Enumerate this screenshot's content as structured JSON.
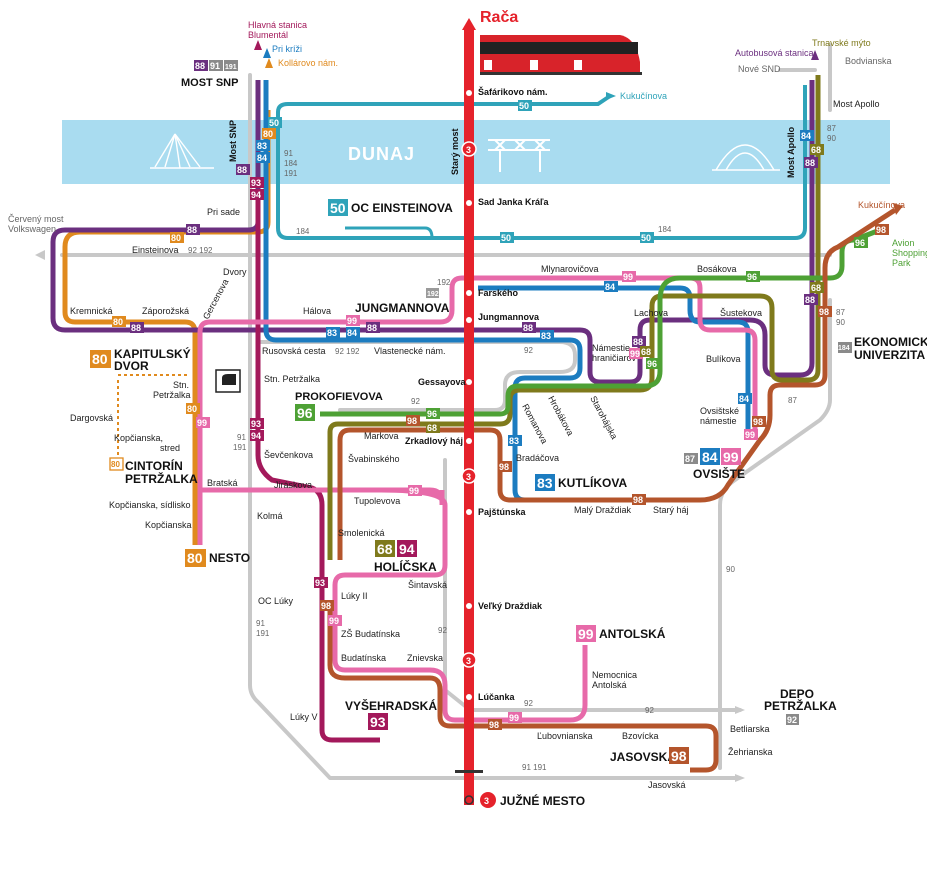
{
  "title": "Rača",
  "river": "DUNAJ",
  "bridges": [
    "Most SNP",
    "Starý most",
    "Most Apollo"
  ],
  "line3_stops": [
    "Šafárikovo nám.",
    "Sad Janka Kráľa",
    "Farského",
    "Jungmannova",
    "Gessayova",
    "Zrkadlový háj",
    "Pajštúnska",
    "Veľký Draždiak",
    "Lúčanka"
  ],
  "line3_end": "JUŽNÉ MESTO",
  "terminals": {
    "most_snp": "MOST SNP",
    "oc_einsteinova": "OC EINSTEINOVA",
    "jungmannova": "JUNGMANNOVA",
    "kapitulsky1": "KAPITULSKÝ",
    "kapitulsky2": "DVOR",
    "prokofievova": "PROKOFIEVOVA",
    "cintorin1": "CINTORÍN",
    "cintorin2": "PETRŽALKA",
    "nesto": "NESTO",
    "holicska": "HOLÍČSKA",
    "kutlikova": "KUTLÍKOVA",
    "ovciste": "OVSIŠTE",
    "ekonomicka1": "EKONOMICKÁ",
    "ekonomicka2": "UNIVERZITA",
    "antolska": "ANTOLSKÁ",
    "vysehradska": "VYŠEHRADSKÁ",
    "depo1": "DEPO",
    "depo2": "PETRŽALKA",
    "jasovska": "JASOVSKÁ"
  },
  "destinations": {
    "hlavna1": "Hlavná stanica",
    "hlavna2": "Blumentál",
    "pri_krizi": "Pri kríži",
    "kulturovo": "Kollárovo nám.",
    "kukucinova_top": "Kukučínova",
    "autobusova": "Autobusová stanica",
    "trnavske": "Trnavské mýto",
    "nove_snd": "Nové SND",
    "bodvianska": "Bodvianska",
    "cerveny1": "Červený most",
    "cerveny2": "Volkswagen",
    "kukucinova_right": "Kukučínova",
    "avion1": "Avion",
    "avion2": "Shopping",
    "avion3": "Park"
  },
  "stops": {
    "pri_sade": "Pri sade",
    "einsteinova": "Einsteinova",
    "dvory": "Dvory",
    "kremnicka": "Kremnická",
    "zaporozska": "Záporožská",
    "gercenova": "Gercenova",
    "halova": "Hálova",
    "rusovska": "Rusovská cesta",
    "vlastenecke": "Vlastenecké nám.",
    "stn_petrzalka_a": "Stn.",
    "stn_petrzalka_b": "Petržalka",
    "stn_petrzalka_r": "Stn. Petržalka",
    "dargovska": "Dargovská",
    "kopcianska_stred_a": "Kopčianska,",
    "kopcianska_stred_b": "stred",
    "bratska": "Bratská",
    "kopcianska_sidlisko": "Kopčianska, sídlisko",
    "kopcianska": "Kopčianska",
    "kolma": "Kolmá",
    "sevcenkova": "Ševčenkova",
    "markova": "Markova",
    "svabinskeho": "Švabinského",
    "jiraskova": "Jiráskova",
    "tupolevova": "Tupolevova",
    "smolenicka": "Smolenická",
    "sintavska": "Šintavská",
    "luky2": "Lúky II",
    "zs_budatinska": "ZŠ Budatínska",
    "oc_luky": "OC Lúky",
    "budatinska": "Budatínska",
    "znievska": "Znievska",
    "luky5": "Lúky V",
    "mlynarovicova": "Mlynarovičova",
    "bosakova": "Bosákova",
    "lachova": "Lachova",
    "sustekova": "Šustekova",
    "namestie_hran_a": "Námestie",
    "namestie_hran_b": "hraničiarov",
    "bulikova": "Bulíkova",
    "ovsistske_a": "Ovsištské",
    "ovsistske_b": "námestie",
    "romanova": "Romanova",
    "hrobakova": "Hrobákova",
    "starohajska": "Starohájska",
    "bradacova": "Bradáčova",
    "maly_drazdiak": "Malý Draždiak",
    "stary_haj": "Starý háj",
    "most_apollo_stop": "Most Apollo",
    "nemocnica_a": "Nemocnica",
    "nemocnica_b": "Antolská",
    "lubovnianska": "Ľubovnianska",
    "bzovicka": "Bzovícka",
    "betliarska": "Betliarska",
    "zehrianska": "Žehrianska",
    "jasovska_stop": "Jasovská"
  },
  "lines": [
    {
      "number": "3",
      "color": "#e5222b"
    },
    {
      "number": "50",
      "color": "#2fa3b9"
    },
    {
      "number": "68",
      "color": "#7f7a1c"
    },
    {
      "number": "80",
      "color": "#e08a1e"
    },
    {
      "number": "83",
      "color": "#1c7cc0"
    },
    {
      "number": "84",
      "color": "#1c7cc0"
    },
    {
      "number": "87",
      "color": "#8a8a8a"
    },
    {
      "number": "88",
      "color": "#6b2f7f"
    },
    {
      "number": "90",
      "color": "#aaaaaa"
    },
    {
      "number": "91",
      "color": "#aaaaaa"
    },
    {
      "number": "92",
      "color": "#aaaaaa"
    },
    {
      "number": "93",
      "color": "#a3195b"
    },
    {
      "number": "94",
      "color": "#a3195b"
    },
    {
      "number": "96",
      "color": "#4ea135"
    },
    {
      "number": "98",
      "color": "#b4552c"
    },
    {
      "number": "99",
      "color": "#e76aa9"
    },
    {
      "number": "184",
      "color": "#9a9a9a"
    },
    {
      "number": "191",
      "color": "#aaaaaa"
    },
    {
      "number": "192",
      "color": "#aaaaaa"
    }
  ],
  "grey_labels": {
    "n91": "91",
    "n184": "184",
    "n191": "191",
    "n92": "92",
    "n192": "192",
    "n87": "87",
    "n90": "90",
    "n91_191": "91 191",
    "n92_192": "92 192"
  }
}
